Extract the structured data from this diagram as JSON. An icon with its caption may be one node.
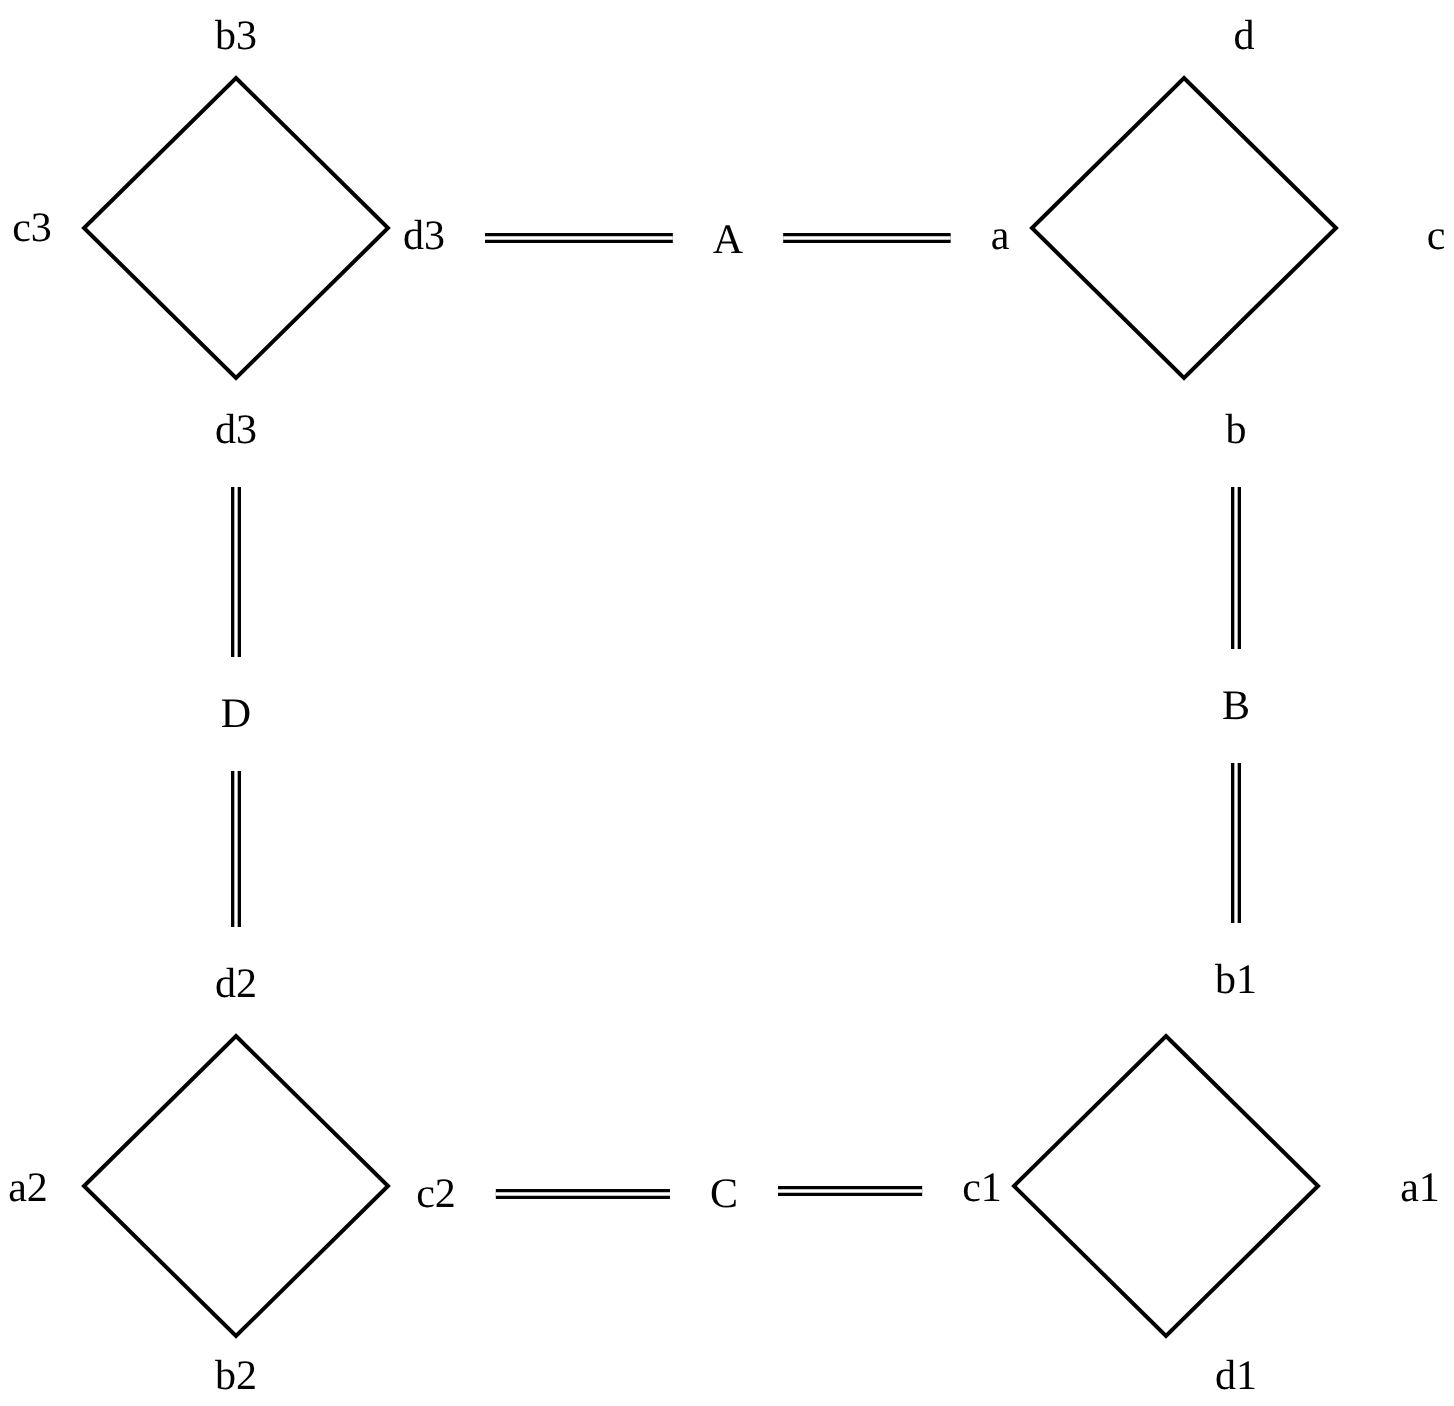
{
  "diagram": {
    "nodes": [
      {
        "text": [],
        "shape": "diamond",
        "beside": [
          "b3",
          "c3"
        ]
      },
      {
        "text": [
          "d3"
        ]
      },
      {
        "text": [
          "A"
        ]
      },
      {
        "text": [
          "a"
        ]
      },
      {
        "text": [],
        "shape": "diamond",
        "beside": [
          "d",
          "c"
        ]
      },
      {
        "text": [
          "d3"
        ]
      },
      {
        "text": [
          "b"
        ]
      },
      {
        "text": [
          "D"
        ]
      },
      {
        "text": [
          "B"
        ]
      },
      {
        "text": [
          "d2"
        ]
      },
      {
        "text": [
          "b1"
        ]
      },
      {
        "text": [],
        "shape": "diamond",
        "beside": [
          "a2",
          "b2"
        ]
      },
      {
        "text": [
          "c2"
        ]
      },
      {
        "text": [
          "C"
        ]
      },
      {
        "text": [
          "c1"
        ]
      },
      {
        "text": [],
        "shape": "diamond",
        "beside": [
          "a1",
          "d1"
        ]
      }
    ],
    "edges": [
      {
        "from": 1,
        "to": 2,
        "arrow": "none"
      },
      {
        "from": 2,
        "to": 3,
        "arrow": "none"
      },
      {
        "from": 5,
        "to": 7,
        "arrow": "none"
      },
      {
        "from": 6,
        "to": 8,
        "arrow": "none"
      },
      {
        "from": 7,
        "to": 9,
        "arrow": "none"
      },
      {
        "from": 8,
        "to": 10,
        "arrow": "none"
      },
      {
        "from": 12,
        "to": 13,
        "arrow": "none"
      },
      {
        "from": 13,
        "to": 14,
        "arrow": "none"
      }
    ]
  }
}
